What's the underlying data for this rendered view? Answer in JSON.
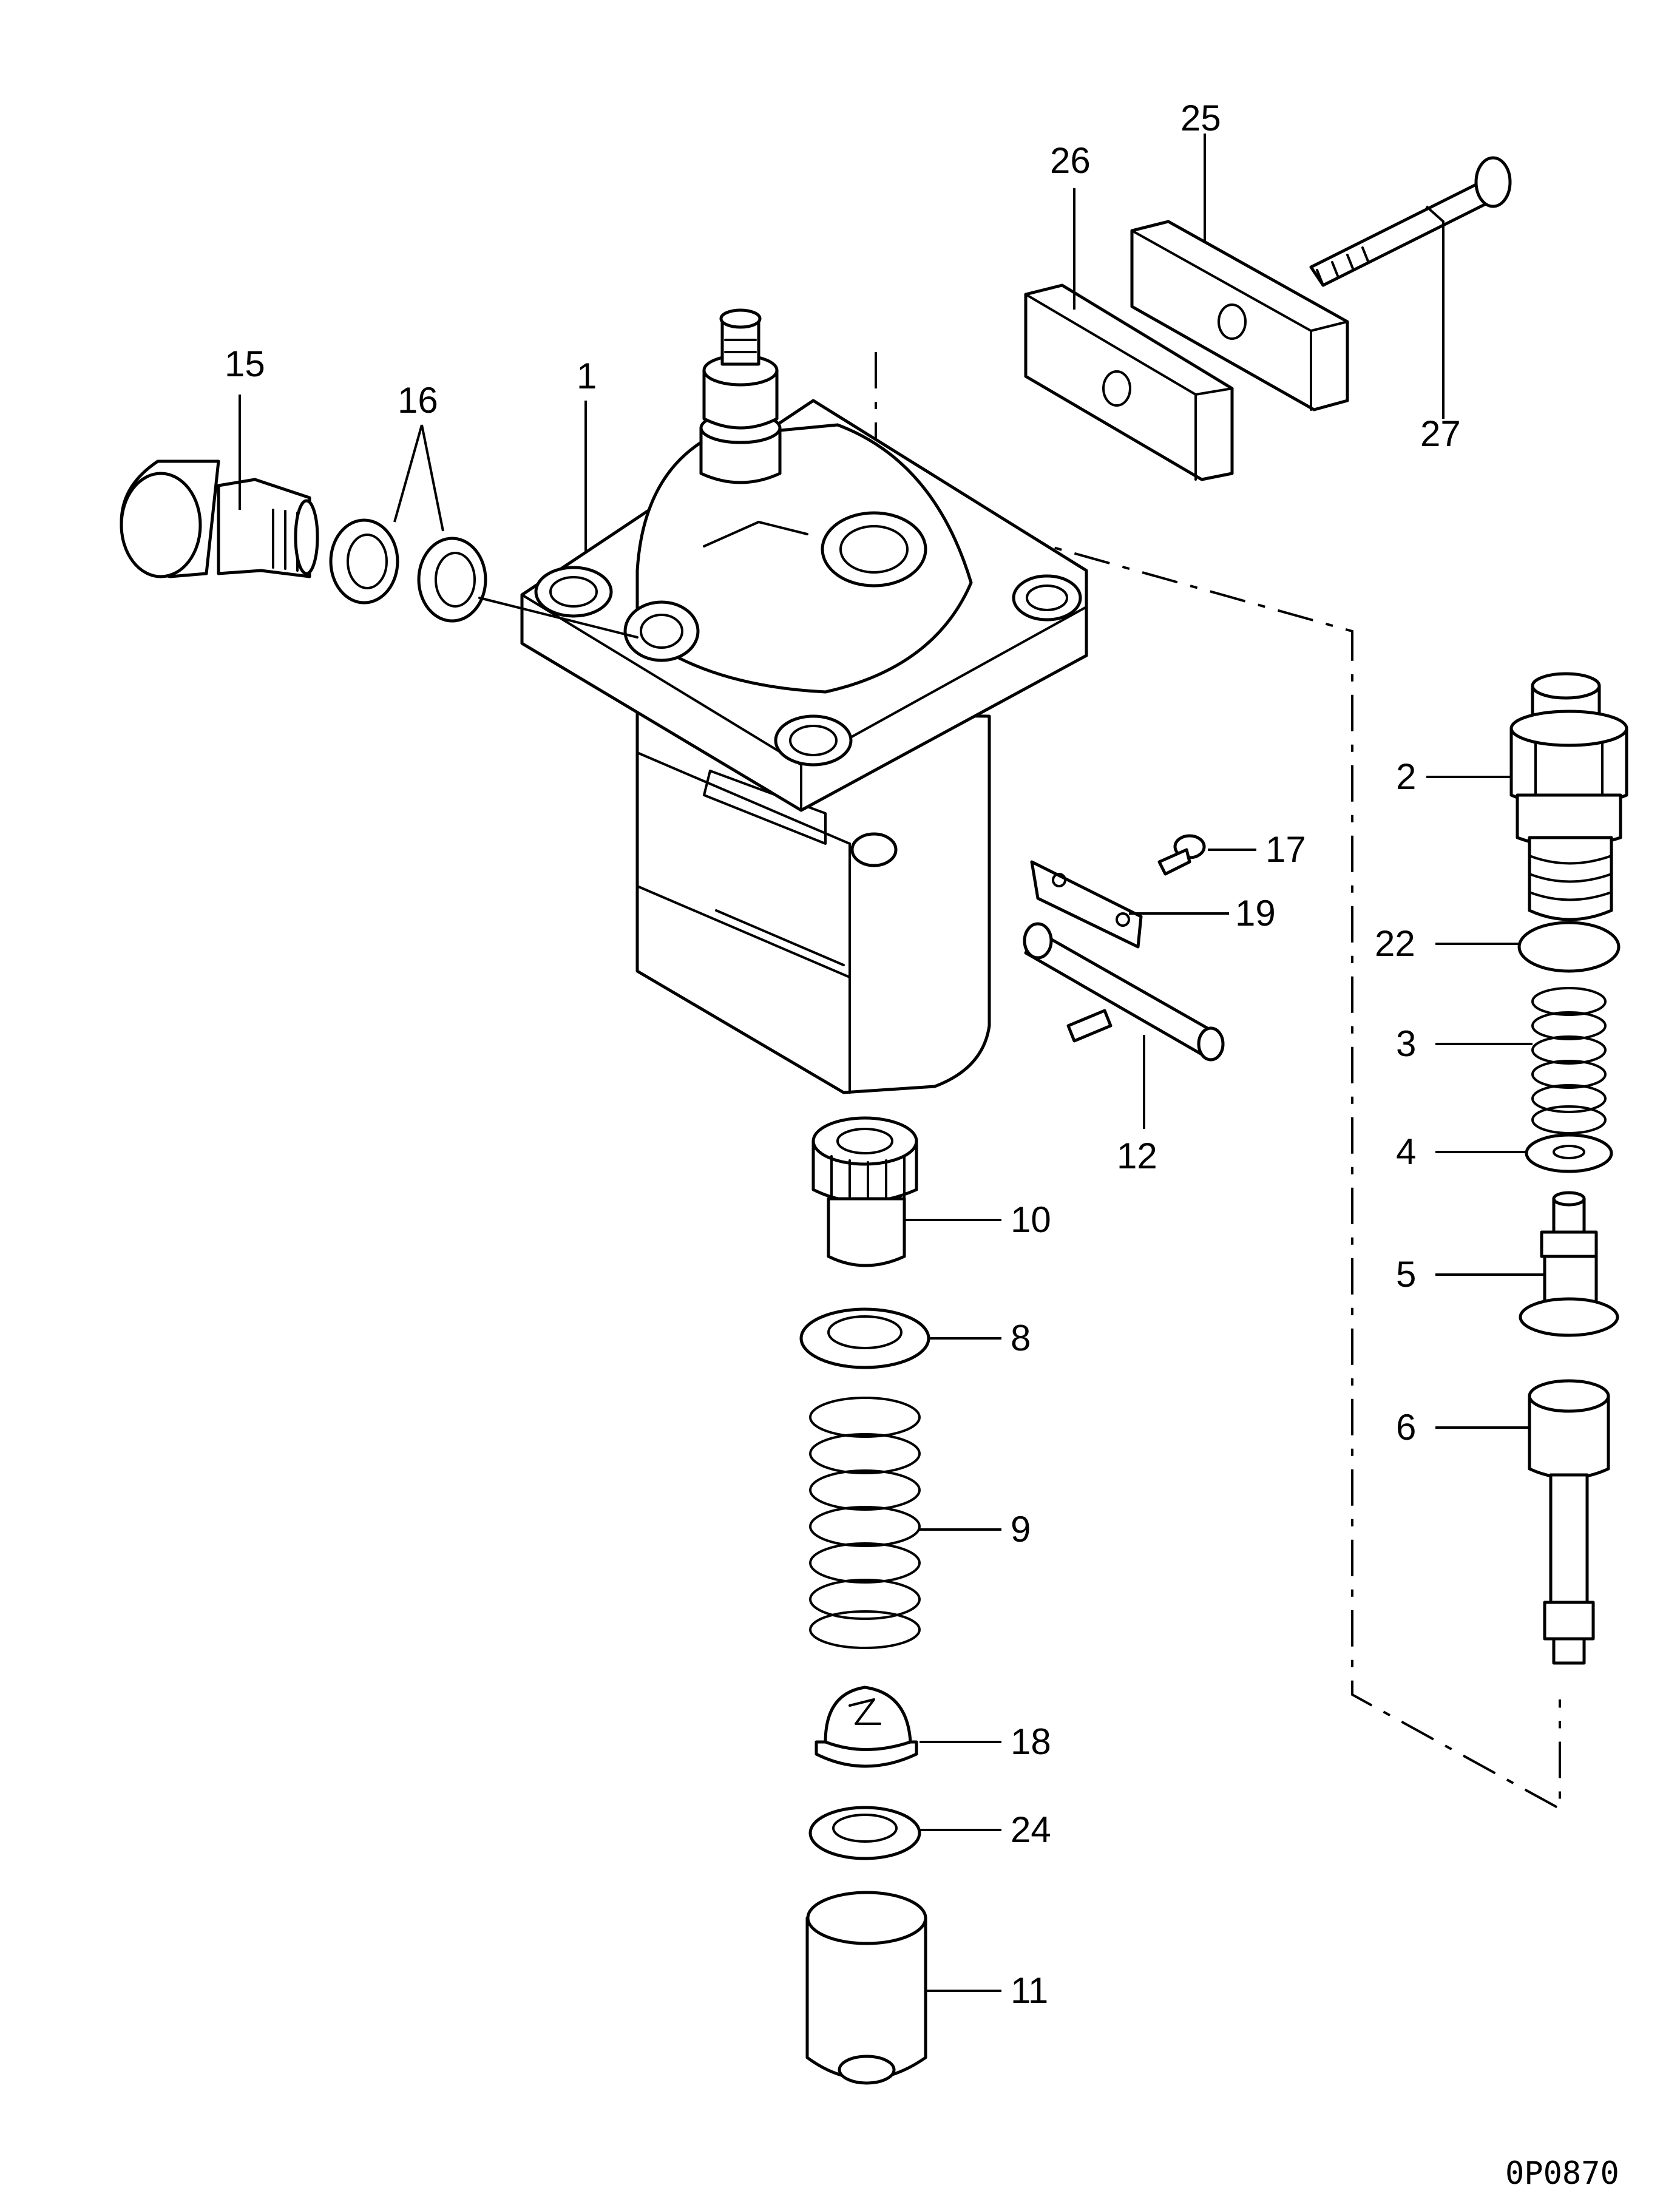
{
  "drawing": {
    "code": "0P0870"
  },
  "callouts": {
    "c1": "1",
    "c2": "2",
    "c3": "3",
    "c4": "4",
    "c5": "5",
    "c6": "6",
    "c8": "8",
    "c9": "9",
    "c10": "10",
    "c11": "11",
    "c12": "12",
    "c15": "15",
    "c16": "16",
    "c17": "17",
    "c18": "18",
    "c19": "19",
    "c22": "22",
    "c24": "24",
    "c25": "25",
    "c26": "26",
    "c27": "27"
  }
}
